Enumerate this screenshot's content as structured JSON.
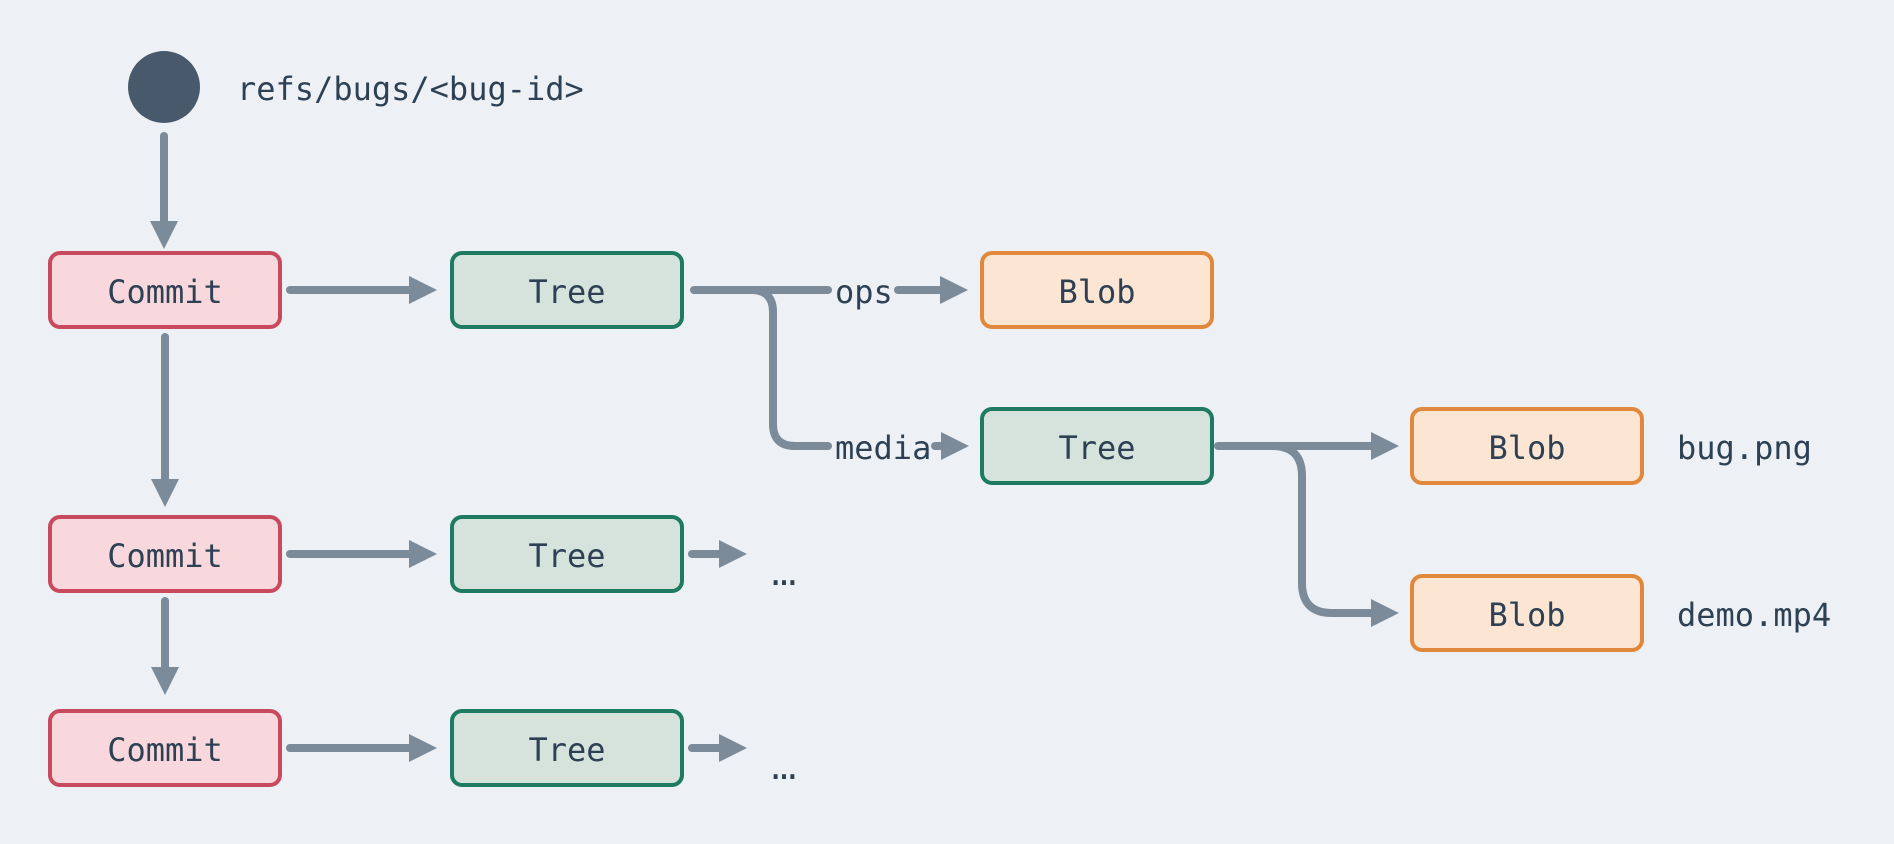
{
  "diagram": {
    "ref_pointer": {
      "label": "refs/bugs/<bug-id>"
    },
    "commits": [
      "Commit",
      "Commit",
      "Commit"
    ],
    "trees": [
      "Tree",
      "Tree",
      "Tree",
      "Tree"
    ],
    "blobs": [
      "Blob",
      "Blob",
      "Blob"
    ],
    "edge_labels": {
      "ops": "ops",
      "media": "media"
    },
    "file_labels": {
      "bug_png": "bug.png",
      "demo_mp4": "demo.mp4"
    },
    "ellipsis": "...",
    "colors": {
      "background": "#edf1f5",
      "text": "#2e4154",
      "arrow": "#7b8b9a",
      "ref_dot": "#47596b",
      "commit_fill": "#f8d8dc",
      "commit_border": "#c84a5f",
      "tree_fill": "#d6e3dc",
      "tree_border": "#1e7a61",
      "blob_fill": "#fce5d2",
      "blob_border": "#e0893c"
    }
  }
}
